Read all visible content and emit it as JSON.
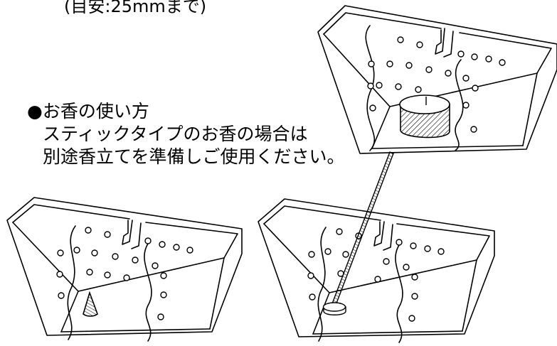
{
  "note": "(目安:25mmまで)",
  "heading": "●お香の使い方",
  "instructions": [
    "スティックタイプのお香の場合は",
    "別途香立てを準備しご使用ください。"
  ],
  "colors": {
    "line": "#000000",
    "background": "#ffffff",
    "hatch": "#000000"
  }
}
